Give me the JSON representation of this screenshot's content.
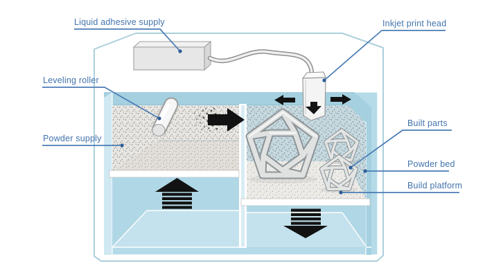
{
  "diagram": {
    "type": "binder-jetting-3d-printing-process",
    "background": "#ffffff",
    "labels": {
      "liquid_adhesive_supply": "Liquid adhesive supply",
      "inkjet_print_head": "Inkjet print head",
      "leveling_roller": "Leveling roller",
      "powder_supply": "Powder supply",
      "built_parts": "Built parts",
      "powder_bed": "Powder bed",
      "build_platform": "Build platform"
    },
    "icons": {
      "powder-spread-arrow-icon": "→",
      "piston-up-arrow-icon": "▲",
      "piston-down-arrow-icon": "▼",
      "print-head-left-arrow-icon": "◄",
      "print-head-right-arrow-icon": "►",
      "print-head-down-arrow-icon": "▼"
    },
    "colors": {
      "label_text": "#4273ac",
      "leader_line": "#4a7cb5",
      "leader_dot": "#2c5d96",
      "machine_outline": "#accfdc",
      "container_blue": "#b5dae8",
      "rim_blue": "#a4d0e0",
      "wall_blue": "#cfe8f1",
      "floor_blue": "#c4e2ed",
      "arrow_black": "#121212",
      "built_part_gray": "#e0e2e2",
      "powder_gray": "#e7e6e2"
    }
  }
}
